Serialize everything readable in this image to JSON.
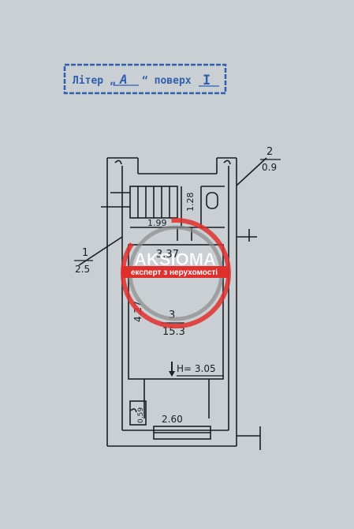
{
  "stamp": {
    "prefix": "Літер „",
    "letter": "А",
    "suffix": "“ поверх",
    "floor": "I"
  },
  "labels": {
    "room1_num": "1",
    "room1_area": "2.5",
    "room2_num": "2",
    "room2_area": "0.9",
    "room3_num": "3",
    "room3_area": "15.3",
    "dim_stair_width": "1.99",
    "dim_stair_depth": "1.28",
    "dim_room_width": "3.37",
    "dim_room_depth": "4.27",
    "height": "H= 3.05",
    "dim_lower_width": "2.60",
    "dim_lower_depth": "0.59"
  },
  "watermark": {
    "brand": "AKSIOMA",
    "tagline": "експерт з нерухомості",
    "color": "#e0302e"
  },
  "colors": {
    "paper": "#c9cfd3",
    "ink": "#1b1e24",
    "stamp_ink": "#2f5fb0"
  }
}
